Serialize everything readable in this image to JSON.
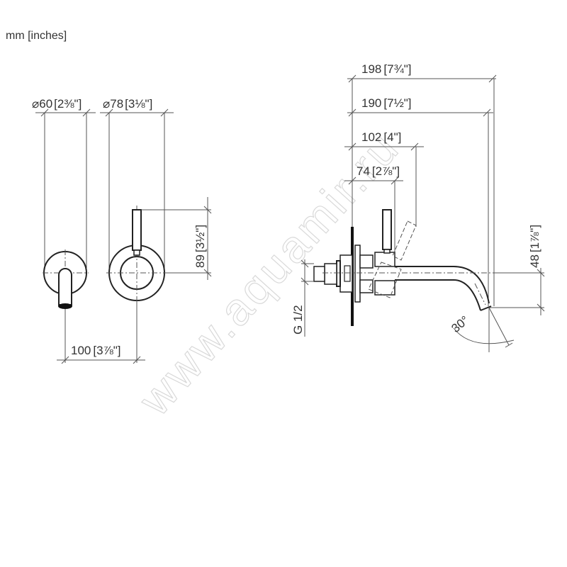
{
  "header": {
    "units_label": "mm [inches]"
  },
  "watermark": "www.aquamir.ru",
  "dimensions": {
    "dia_escutcheon_small": {
      "symbol": "⌀",
      "mm": "60",
      "inch": "2⅜\""
    },
    "dia_escutcheon_large": {
      "symbol": "⌀",
      "mm": "78",
      "inch": "3⅛\""
    },
    "handle_height": {
      "mm": "89",
      "inch": "3½\""
    },
    "center_distance": {
      "mm": "100",
      "inch": "3⅞\""
    },
    "total_projection": {
      "mm": "198",
      "inch": "7¾\""
    },
    "spout_projection": {
      "mm": "190",
      "inch": "7½\""
    },
    "handle_projection": {
      "mm": "102",
      "inch": "4\""
    },
    "body_projection": {
      "mm": "74",
      "inch": "2⅞\""
    },
    "spout_drop": {
      "mm": "48",
      "inch": "1⅞\""
    },
    "thread": {
      "label": "G 1/2"
    },
    "spout_angle": {
      "label": "30°"
    }
  },
  "colors": {
    "line": "#555555",
    "outline": "#222222",
    "text": "#333333",
    "watermark": "#d9d9d9"
  }
}
